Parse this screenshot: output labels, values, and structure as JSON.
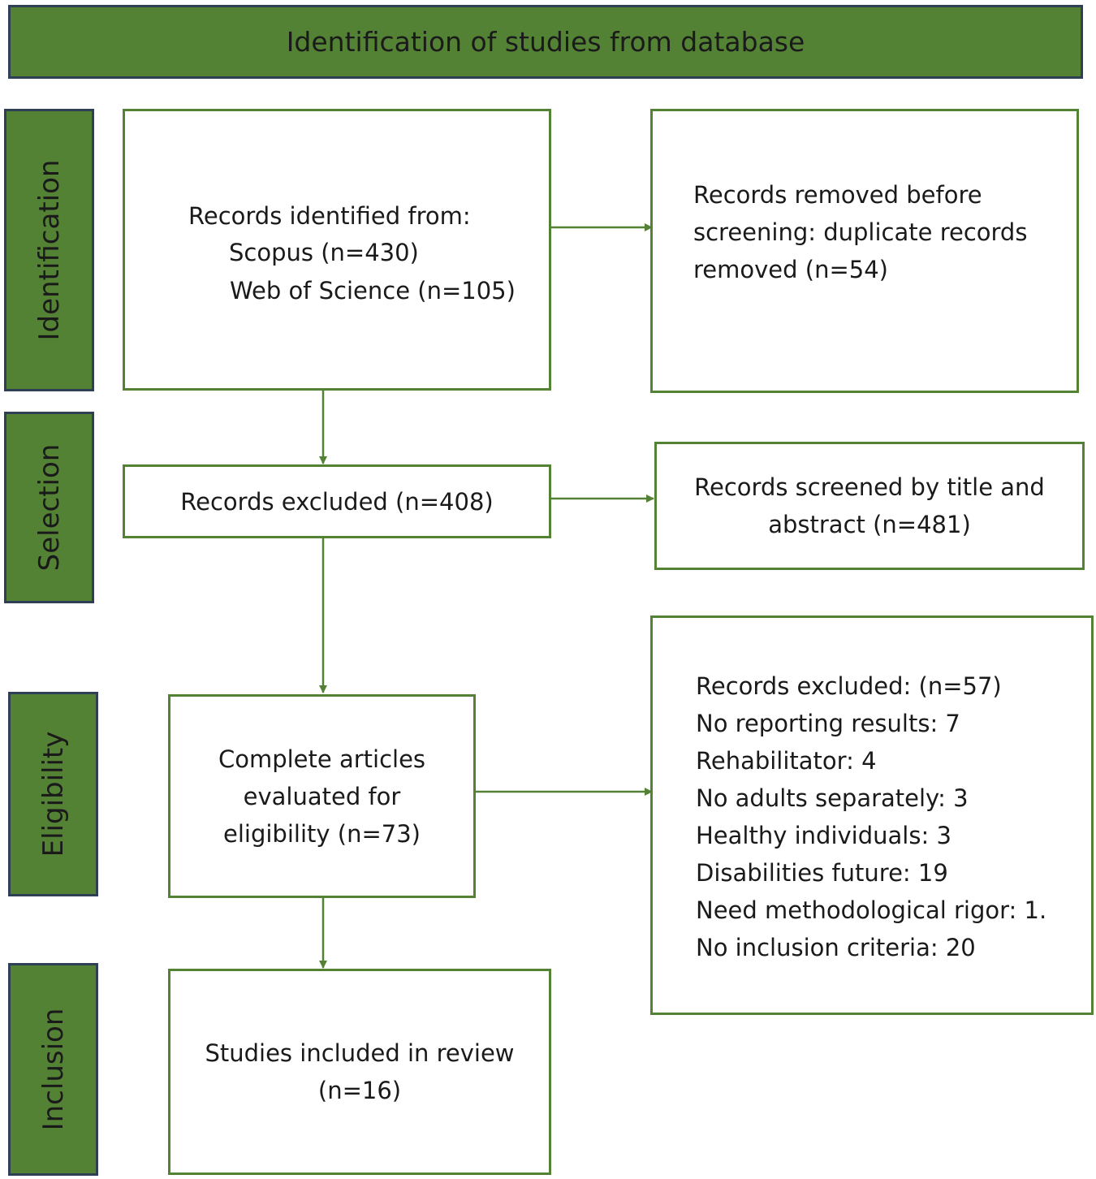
{
  "header": {
    "title": "Identification of studies from database"
  },
  "stages": [
    {
      "label": "Identification"
    },
    {
      "label": "Selection"
    },
    {
      "label": "Eligibility"
    },
    {
      "label": "Inclusion"
    }
  ],
  "boxes": {
    "identified": {
      "lines": [
        "Records identified from:",
        "Scopus (n=430)",
        "Web of Science (n=105)"
      ]
    },
    "removed": {
      "lines": [
        "Records removed before",
        "screening: duplicate records",
        "removed (n=54)"
      ]
    },
    "excluded": {
      "lines": [
        "Records excluded (n=408)"
      ]
    },
    "screened": {
      "lines": [
        "Records screened by title and",
        "abstract (n=481)"
      ]
    },
    "evaluated": {
      "lines": [
        "Complete articles",
        "evaluated for",
        "eligibility (n=73)"
      ]
    },
    "excluded_reasons": {
      "lines": [
        "Records excluded: (n=57)",
        "No reporting results: 7",
        "Rehabilitator: 4",
        "No adults separately: 3",
        "Healthy individuals: 3",
        "Disabilities future: 19",
        "Need methodological rigor: 1.",
        "No inclusion criteria: 20"
      ]
    },
    "included": {
      "lines": [
        "Studies included in review",
        "(n=16)"
      ]
    }
  },
  "colors": {
    "accent_green": "#548235",
    "stage_border": "#2f3f55",
    "text": "#1a1a1a"
  }
}
